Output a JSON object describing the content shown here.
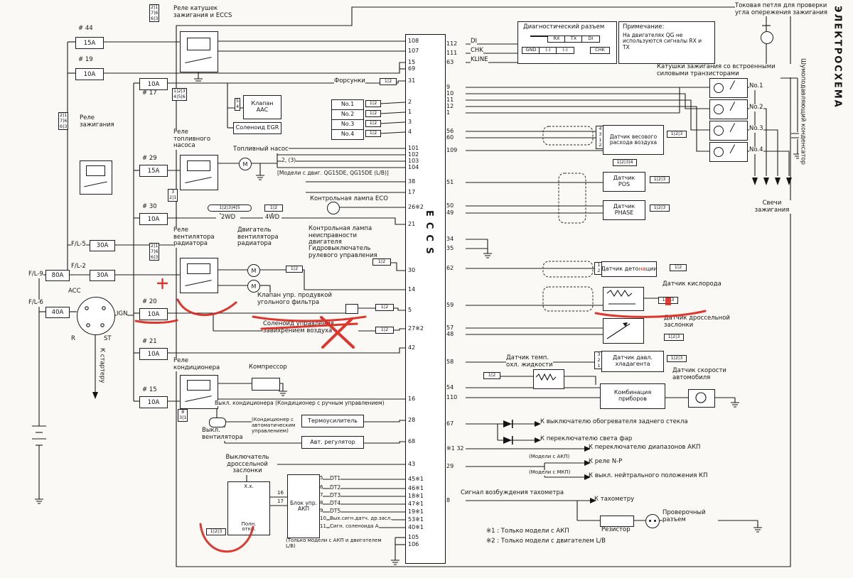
{
  "titles": {
    "corner": "ЭЛЕКТРОСХЕМА",
    "noise_cap": "Шумоподавляющий конденсатор"
  },
  "sym": {
    "motor": "M"
  },
  "fuses": {
    "f44_id": "# 44",
    "f44": "15A",
    "f19_id": "# 19",
    "f19": "10A",
    "f17_id": "# 17",
    "f17": "10A",
    "f29_id": "# 29",
    "f29": "15A",
    "f30_id": "# 30",
    "f30": "10A",
    "fl5_id": "F/L-5",
    "fl5": "30A",
    "fl2_id": "F/L-2",
    "fl2": "30A",
    "fl9_id": "F/L-9",
    "fl9": "80A",
    "fl6_id": "F/L-6",
    "fl6": "40A",
    "f20_id": "# 20",
    "f20": "10A",
    "f21_id": "# 21",
    "f21": "10A",
    "f15_id": "# 15",
    "f15": "10A"
  },
  "relays": {
    "coil": "Реле катушек зажигания и ECCS",
    "ignition": "Реле зажигания",
    "fuel": "Реле топливного насоса",
    "fan": "Реле вентилятора радиатора",
    "ac": "Реле кондиционера"
  },
  "ign_sw": {
    "acc": "ACC",
    "ign": "IGN",
    "r": "R",
    "st": "ST",
    "starter": "К стартеру"
  },
  "left": {
    "aac": "Клапан\nААС",
    "egr": "Соленоид EGR",
    "injectors": "Форсунки",
    "inj": [
      "No.1",
      "No.2",
      "No.3",
      "No.4"
    ],
    "fuel_pump": "Топливный насос",
    "pump_note": "2, (3)",
    "models": "[Модели с двиг. QG15DE, QG15DE (L/B)]",
    "eco": "Контрольная лампа ECO",
    "wd2": "2WD",
    "wd4": "4WD",
    "mil": "Контрольная лампа неисправности двигателя",
    "hydro": "Гидровыключатель рулевого управления",
    "fan_motor": "Двигатель вентилятора радиатора",
    "purge": "Клапан упр. продувкой угольного фильтра",
    "swirl": "Соленоид управления завихрением воздуха",
    "compressor": "Компрессор",
    "ac_switch": "Выкл. кондиционера (Кондиционер с ручным управлением)",
    "fan_switch": "Выкл. вентилятора",
    "auto_ac": "(Кондиционер с автоматическим управлением)",
    "thermo": "Термоусилитель",
    "auto_reg": "Авт. регулятор",
    "throttle_sw": "Выключатель дроссельной заслонки",
    "idle": "Х.х.",
    "full": "Полн.\nоткр.",
    "at_block": "Блок упр. АКП",
    "at_pin16": "16",
    "at_pin17": "17",
    "at_nums": [
      "5",
      "6",
      "7",
      "8",
      "9",
      "10",
      "11"
    ],
    "at_rows": [
      "DT1",
      "DT2",
      "DT3",
      "DT4",
      "DT5",
      "Вых.сигн.датч. др.засл.",
      "Сигн. соленоида A"
    ],
    "at_note": "(Только модели с АКП и двигателем L/B)"
  },
  "eccs": {
    "name": "ECCS",
    "left_pins": [
      "108",
      "107",
      "15",
      "69",
      "31",
      "2",
      "1",
      "3",
      "4",
      "101",
      "102",
      "103",
      "104",
      "38",
      "17",
      "26※2",
      "21",
      "30",
      "14",
      "5",
      "27※2",
      "42",
      "16",
      "28",
      "68",
      "43",
      "45※1",
      "46※1",
      "18※1",
      "47※1",
      "19※1",
      "53※1",
      "40※1",
      "105",
      "106"
    ],
    "right_top": [
      {
        "pin": "112",
        "sig": "DI"
      },
      {
        "pin": "111",
        "sig": "CHK"
      },
      {
        "pin": "63",
        "sig": "KLINE"
      }
    ],
    "right_pins": [
      "9",
      "10",
      "11",
      "12",
      "1",
      "56",
      "60",
      "109",
      "51",
      "50",
      "49",
      "34",
      "35",
      "62",
      "59",
      "57",
      "48",
      "58",
      "54",
      "110",
      "67",
      "※1 32",
      "29",
      "8"
    ]
  },
  "diag": {
    "title": "Диагностический разъем",
    "r1": [
      "",
      "RX",
      "TX",
      "DI"
    ],
    "r2": [
      "GND",
      "(-)",
      "(-)",
      "CHK"
    ]
  },
  "note": {
    "title": "Примечание:",
    "body": "На двигателях QG не используются сигналы RX и TX"
  },
  "right": {
    "loop": "Токовая петля для проверки угла опережения зажигания",
    "coils_title": "Катушки зажигания со встроенными силовыми транзисторами",
    "coils": [
      "No.1",
      "No.2",
      "No.3",
      "No.4"
    ],
    "plugs": "Свечи зажигания",
    "maf": "Датчик весового расхода воздуха",
    "pos": "Датчик\nPOS",
    "phase": "Датчик\nPHASE",
    "knock_pre": "Датчик дето",
    "knock_red": "на",
    "knock_post": "ции",
    "o2": "Датчик кислорода",
    "tps": "Датчик дроссельной заслонки",
    "refp": "Датчик давл.\nхладагента",
    "coolant": "Датчик темп.\nохл. жидкости",
    "combo": "Комбинация\nприборов",
    "speed": "Датчик скорости автомобиля",
    "defog": "К выключателю обогревателя заднего стекла",
    "lamp": "К переключателю света фар",
    "at_range": "К переключателю диапазонов АКП",
    "at_mod": "(Модели с АКП)",
    "np": "К реле N-P",
    "mt_mod": "(Модели с МКП)",
    "neutral": "К выкл. нейтрального положения КП",
    "tach_sig": "Сигнал возбуждения тахометра",
    "tach": "К тахометру",
    "resistor": "Резистор",
    "check": "Проверочный разъем",
    "note1": "※1 : Только модели с АКП",
    "note2": "※2 : Только модели с двигателем L/B"
  },
  "conn": {
    "two": "1|2",
    "three": "1|2|3",
    "four": "1|2|3|4",
    "five": "1|2|3|4|5",
    "grid": "1|2|3\n4|5|6",
    "stack": "2|1\n7|6\n6|3",
    "pair": "3\n2|1",
    "bx": "8\n3|1",
    "aacp": "5\n4",
    "maf": "4\n3\n1\n2",
    "refp": "3\n2\n1",
    "knock": "1\n2"
  }
}
